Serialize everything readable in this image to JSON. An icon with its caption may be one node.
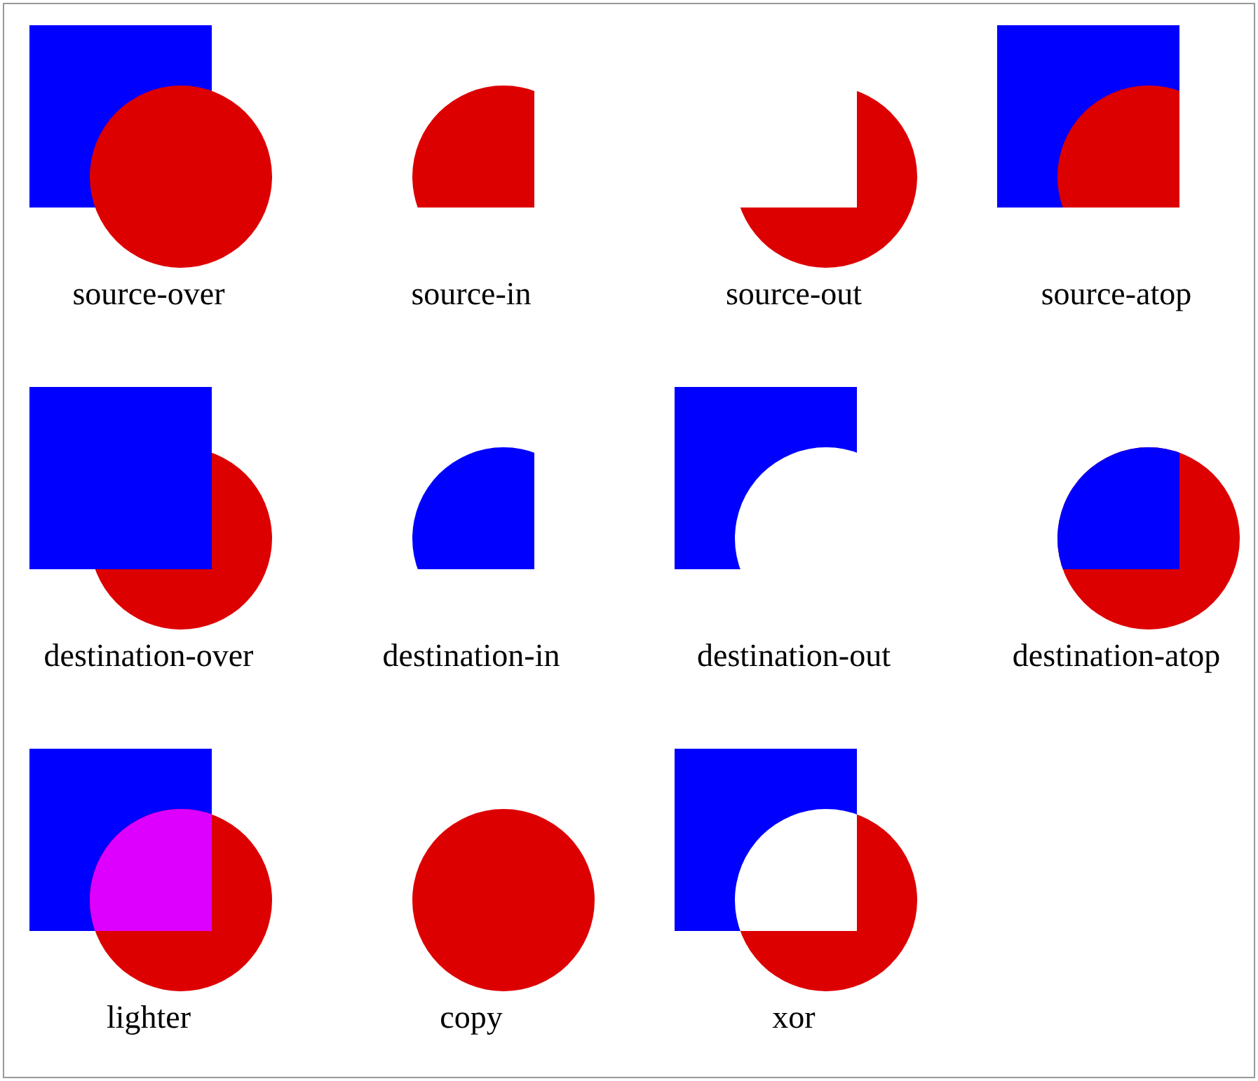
{
  "diagram": {
    "labels": [
      "source-over",
      "source-in",
      "source-out",
      "source-atop",
      "destination-over",
      "destination-in",
      "destination-out",
      "destination-atop",
      "lighter",
      "copy",
      "xor"
    ]
  }
}
